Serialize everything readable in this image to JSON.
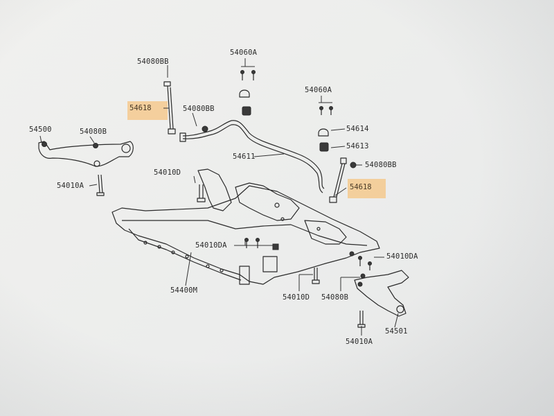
{
  "labels": {
    "l_54080BB_top": "54080BB",
    "l_54060A_top": "54060A",
    "l_54618_left": "54618",
    "l_54080BB_mid": "54080BB",
    "l_54060A_right": "54060A",
    "l_54500": "54500",
    "l_54080B_left": "54080B",
    "l_54614": "54614",
    "l_54613": "54613",
    "l_54611": "54611",
    "l_54080BB_right": "54080BB",
    "l_54010D_top": "54010D",
    "l_54618_right": "54618",
    "l_54010A_left": "54010A",
    "l_54010DA_mid": "54010DA",
    "l_54010DA_right": "54010DA",
    "l_54400M": "54400M",
    "l_54010D_bottom": "54010D",
    "l_54080B_bottom": "54080B",
    "l_54501": "54501",
    "l_54010A_bottom": "54010A"
  },
  "colors": {
    "highlight": "#f4c98e",
    "line": "#2b2b2b",
    "background": "#eeeeec"
  }
}
